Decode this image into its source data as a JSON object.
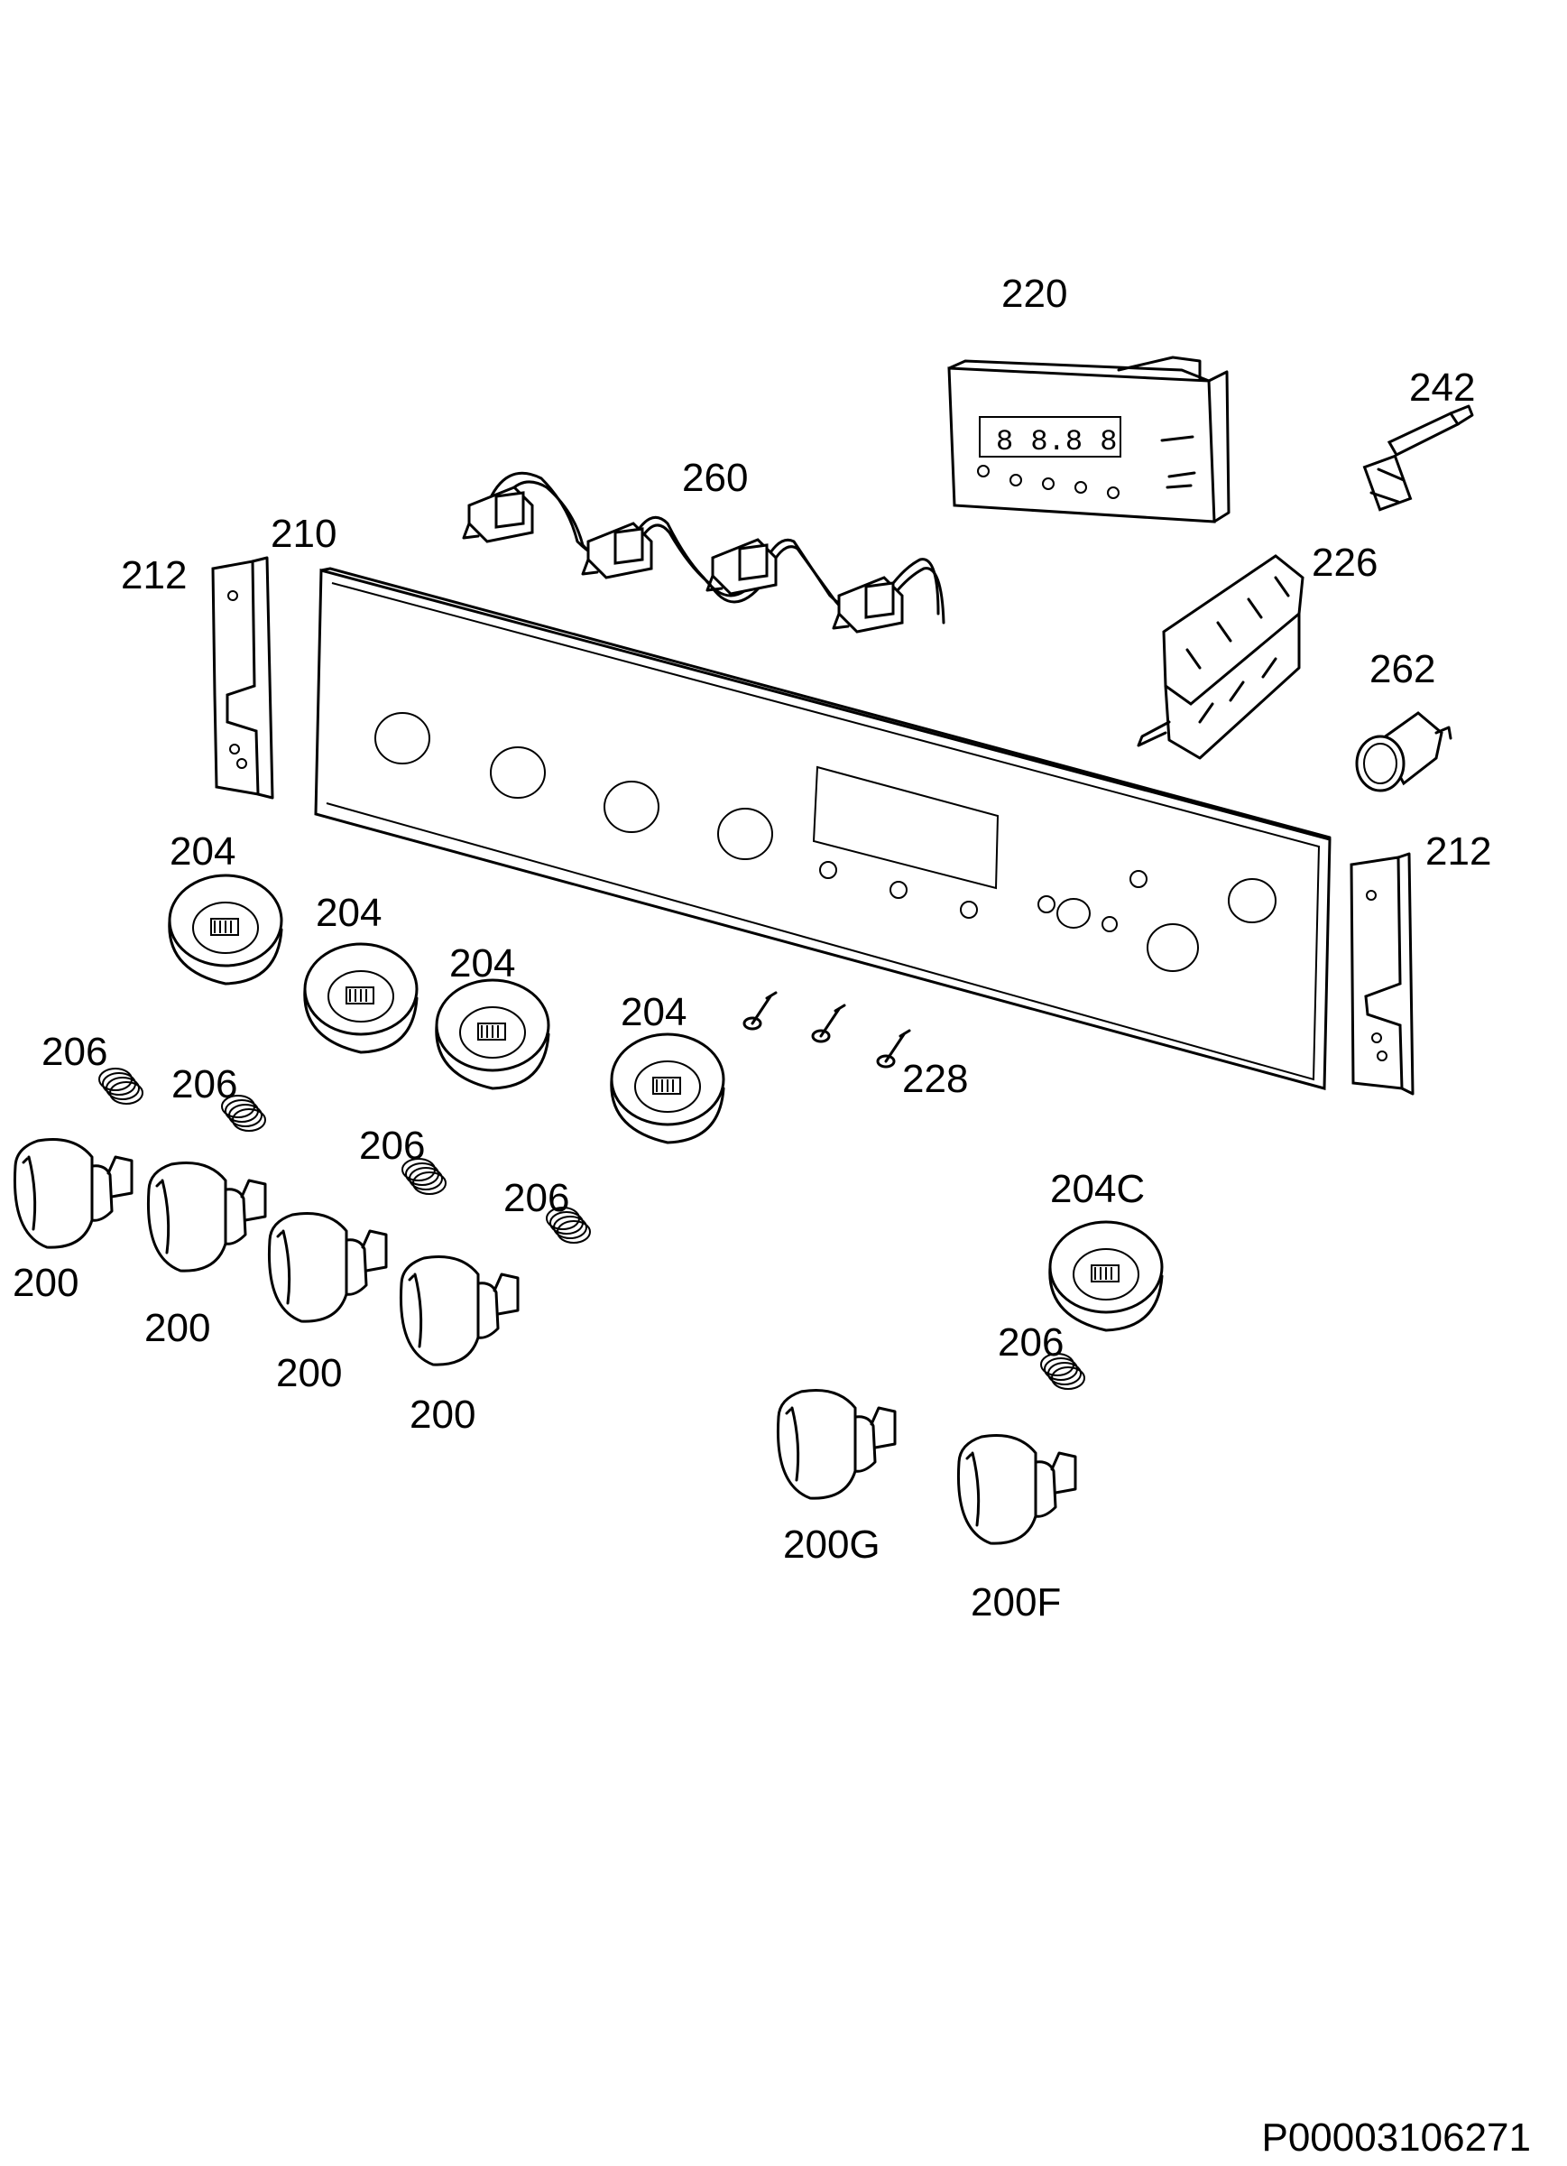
{
  "labels": {
    "p220": "220",
    "p242": "242",
    "p260": "260",
    "p210": "210",
    "p212_left": "212",
    "p212_right": "212",
    "p226": "226",
    "p262": "262",
    "p204_a": "204",
    "p204_b": "204",
    "p204_c": "204",
    "p204_d": "204",
    "p206_a": "206",
    "p206_b": "206",
    "p206_c": "206",
    "p206_d": "206",
    "p206_e": "206",
    "p228": "228",
    "p204C": "204C",
    "p200_a": "200",
    "p200_b": "200",
    "p200_c": "200",
    "p200_d": "200",
    "p200G": "200G",
    "p200F": "200F"
  },
  "display_readout": "8 8.8 8",
  "drawing_code": "P00003106271"
}
